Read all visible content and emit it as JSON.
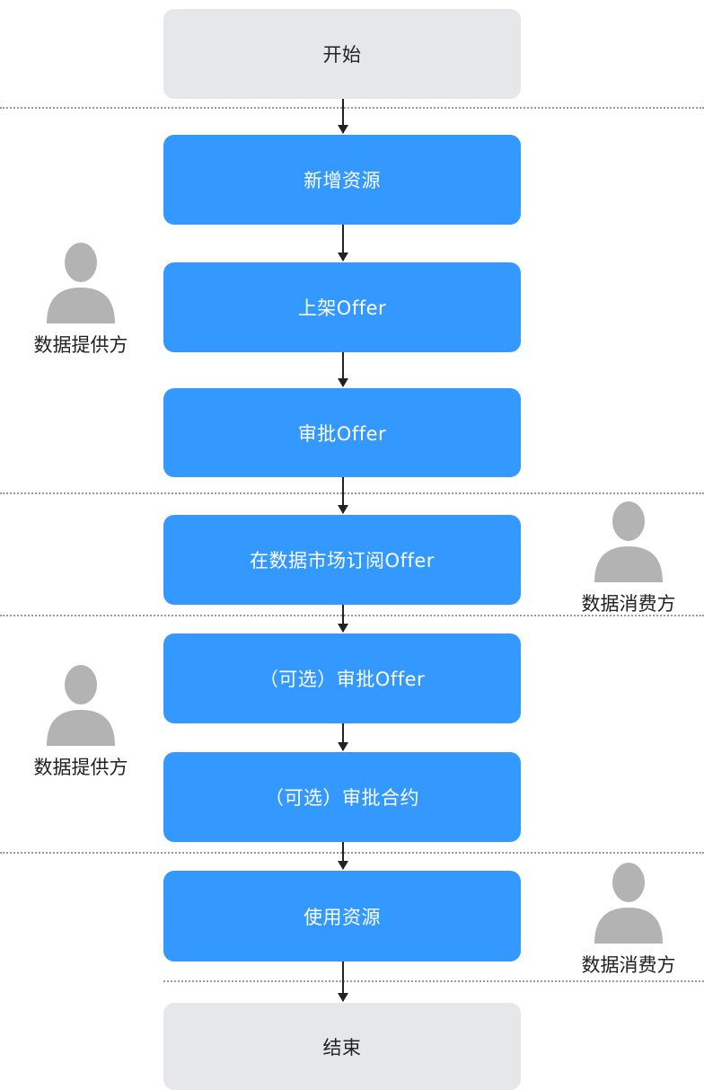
{
  "flow": {
    "start": "开始",
    "steps": [
      "新增资源",
      "上架Offer",
      "审批Offer",
      "在数据市场订阅Offer",
      "（可选）审批Offer",
      "（可选）审批合约",
      "使用资源"
    ],
    "end": "结束"
  },
  "actors": {
    "provider_1": "数据提供方",
    "consumer_1": "数据消费方",
    "provider_2": "数据提供方",
    "consumer_2": "数据消费方"
  },
  "icons": {
    "person": "person-icon"
  },
  "colors": {
    "step": "#3399ff",
    "terminal": "#e6e7e8",
    "person": "#b3b3b3"
  }
}
